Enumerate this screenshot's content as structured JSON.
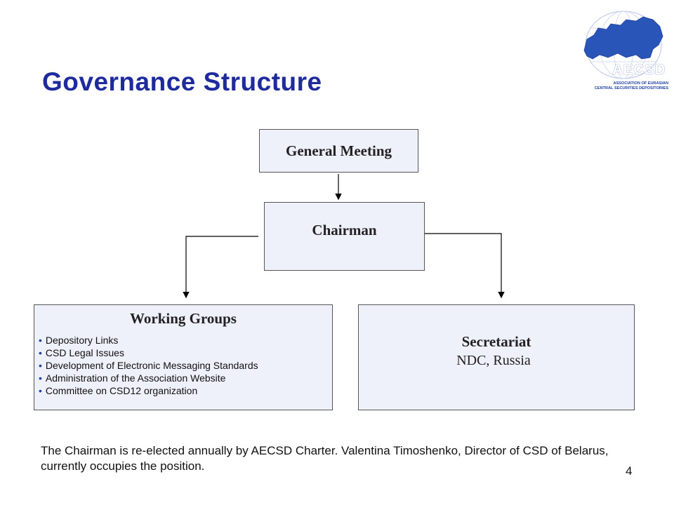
{
  "slide": {
    "title": "Governance Structure",
    "page_number": "4",
    "note": "The Chairman is re-elected annually by AECSD Charter. Valentina Timoshenko, Director of CSD of Belarus, currently occupies the position."
  },
  "logo": {
    "acronym": "AECSD",
    "line1": "ASSOCIATION OF EURASIAN",
    "line2": "CENTRAL SECURITIES DEPOSITORIES"
  },
  "diagram": {
    "general_meeting": "General Meeting",
    "chairman": "Chairman",
    "working_groups": {
      "title": "Working Groups",
      "items": [
        "Depository Links",
        "CSD Legal Issues",
        "Development of Electronic Messaging Standards",
        "Administration of the Association Website",
        "Committee on CSD12 organization"
      ]
    },
    "secretariat": {
      "title": "Secretariat",
      "subtitle": "NDC, Russia"
    }
  },
  "colors": {
    "title": "#1f2b9c",
    "box_fill": "#eef0fa",
    "logo_blue": "#2a55b8"
  }
}
